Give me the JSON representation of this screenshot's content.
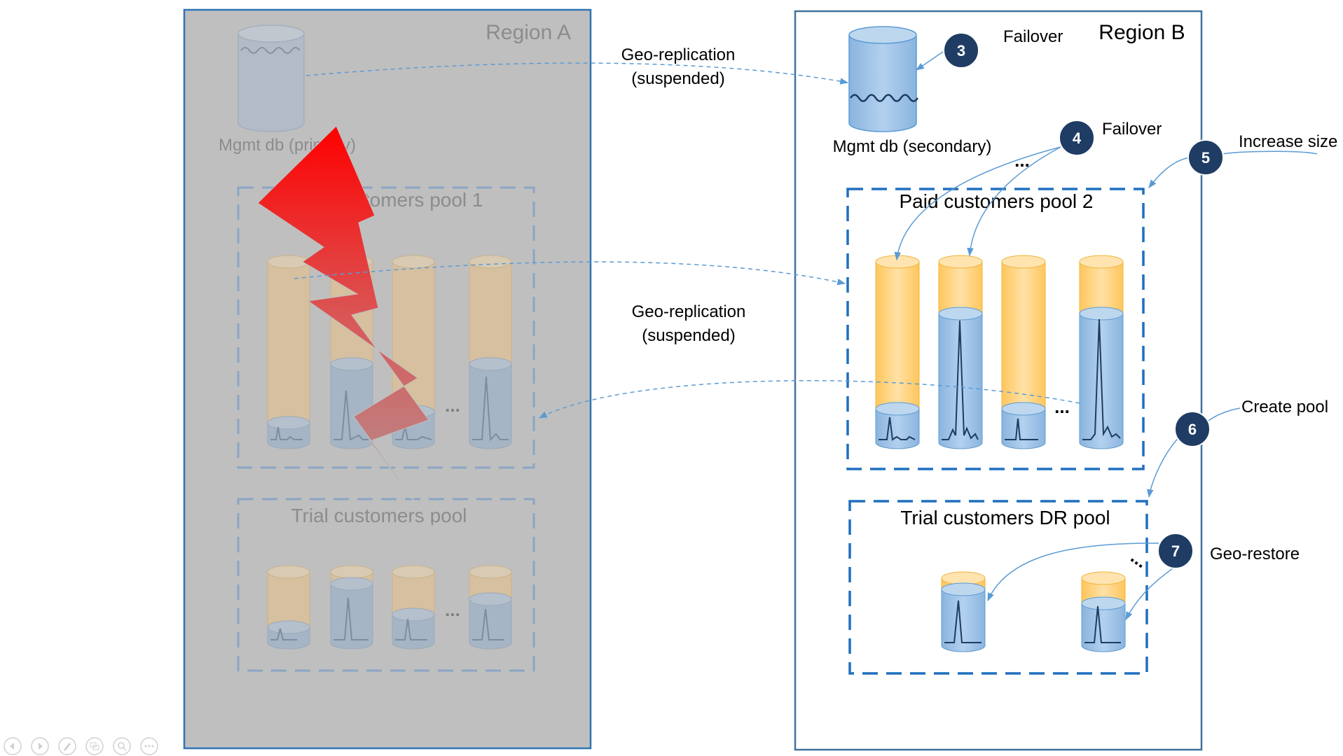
{
  "region_a": {
    "title": "Region A",
    "mgmt_db_label": "Mgmt db (primary)",
    "paid_pool_label": "Paid customers pool 1",
    "trial_pool_label": "Trial customers pool",
    "ellipsis_paid": "...",
    "ellipsis_trial": "..."
  },
  "region_b": {
    "title": "Region B",
    "mgmt_db_label": "Mgmt db (secondary)",
    "paid_pool_label": "Paid customers pool 2",
    "trial_pool_label": "Trial customers DR pool",
    "ellipsis_paid": "...",
    "ellipsis_top": "...",
    "ellipsis_trial": "..."
  },
  "replication": {
    "mgmt_label_line1": "Geo-replication",
    "mgmt_label_line2": "(suspended)",
    "pool_label_line1": "Geo-replication",
    "pool_label_line2": "(suspended)"
  },
  "steps": [
    {
      "number": "3",
      "label": "Failover"
    },
    {
      "number": "4",
      "label": "Failover"
    },
    {
      "number": "5",
      "label": "Increase size"
    },
    {
      "number": "6",
      "label": "Create pool"
    },
    {
      "number": "7",
      "label": "Geo-restore"
    }
  ],
  "colors": {
    "region_a_fill": "#bfbfbf",
    "region_border": "#2e75b6",
    "pool_border": "#1f6fbf",
    "badge": "#1f3c64",
    "db_blue": "#9dc3e6",
    "db_orange": "#ffd27f",
    "lightning_top": "#ff0000",
    "lightning_bottom": "#a6a6a6"
  },
  "player_controls": [
    "back-icon",
    "forward-icon",
    "pen-icon",
    "slides-icon",
    "zoom-icon",
    "more-icon"
  ]
}
